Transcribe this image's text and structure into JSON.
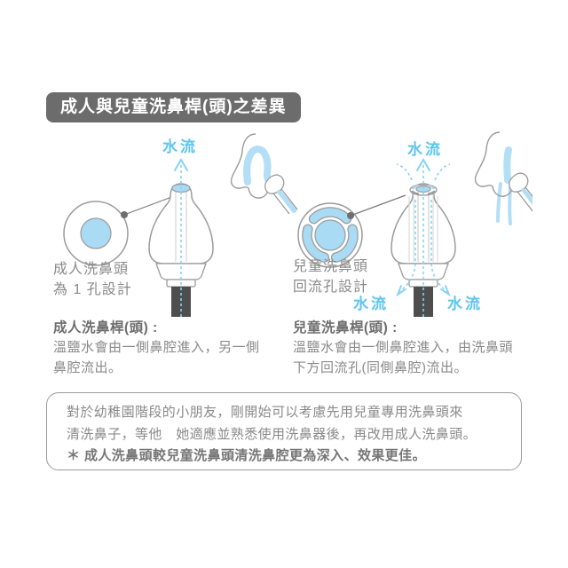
{
  "header": {
    "title": "成人與兒童洗鼻桿(頭)之差異"
  },
  "adult": {
    "flow_top": "水流",
    "detail_caption_line1": "成人洗鼻頭",
    "detail_caption_line2": "為 1 孔設計",
    "heading": "成人洗鼻桿(頭) :",
    "desc_line1": "溫鹽水會由一側鼻腔進入，另一側",
    "desc_line2": "鼻腔流出。"
  },
  "child": {
    "flow_top": "水流",
    "flow_bottom_left": "水流",
    "flow_bottom_right": "水流",
    "detail_caption_line1": "兒童洗鼻頭",
    "detail_caption_line2": "回流孔設計",
    "heading": "兒童洗鼻桿(頭) :",
    "desc_line1": "溫鹽水會由一側鼻腔進入，由洗鼻頭",
    "desc_line2": "下方回流孔(同側鼻腔)流出。"
  },
  "note_box": {
    "line1": "對於幼稚園階段的小朋友，剛開始可以考慮先用兒童專用洗鼻頭來",
    "line2": "清洗鼻子，等他　她適應並熟悉使用洗鼻器後，再改用成人洗鼻頭。",
    "line3": "＊ 成人洗鼻頭較兒童洗鼻頭清洗鼻腔更為深入、效果更佳。"
  },
  "colors": {
    "accent_blue_text": "#5ec5ee",
    "flow_dash_blue": "#86d3f2",
    "water_fill_blue": "#b3dff6",
    "hole_fill_blue": "#a9dbf4",
    "outline_gray": "#9b9b9b",
    "stem_dark": "#4e4e4e",
    "badge_bg": "#6c6c6c",
    "body_text_gray": "#8a8a8a"
  }
}
